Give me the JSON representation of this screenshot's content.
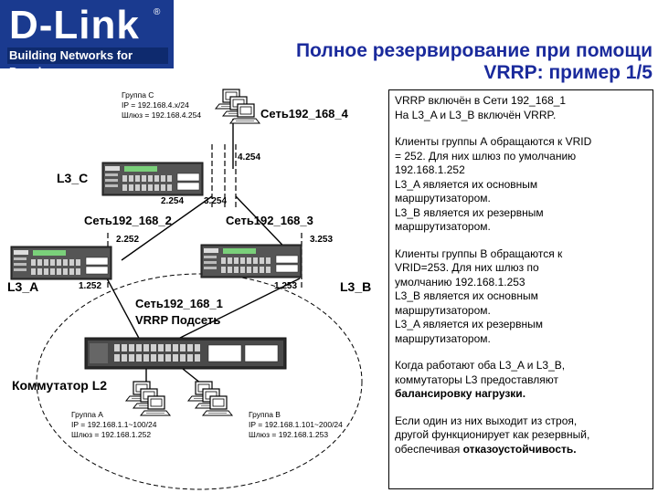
{
  "logo": {
    "brand": "D-Link",
    "tagline": "Building Networks for People"
  },
  "title": {
    "line1": "Полное резервирование при помощи",
    "line2": "VRRP: пример 1/5"
  },
  "panel": {
    "p1_l1": "VRRP включён в Сети 192_168_1",
    "p1_l2": "На L3_A и L3_B включён VRRP.",
    "p2_l1": "Клиенты группы А обращаются к VRID",
    "p2_l2": "= 252. Для них шлюз по умолчанию",
    "p2_l3": "192.168.1.252",
    "p2_l4": "L3_A является их основным",
    "p2_l5": "маршрутизатором.",
    "p2_l6": "L3_B является их резервным",
    "p2_l7": "маршрутизатором.",
    "p3_l1": "Клиенты группы В обращаются к",
    "p3_l2": "VRID=253. Для них шлюз по",
    "p3_l3": "умолчанию 192.168.1.253",
    "p3_l4": "L3_B является их основным",
    "p3_l5": "маршрутизатором.",
    "p3_l6": "L3_A является их резервным",
    "p3_l7": "маршрутизатором.",
    "p4_l1": "Когда работают оба L3_A и L3_B,",
    "p4_l2": "коммутаторы L3 предоставляют",
    "p4_l3": "балансировку нагрузки.",
    "p5_l1": "Если один из них выходит из строя,",
    "p5_l2": "другой функционирует как резервный,",
    "p5_l3_a": "обеспечивая ",
    "p5_l3_b": "отказоустойчивость."
  },
  "diagram": {
    "group_c_title": "Группа С",
    "group_c_ip": "IP = 192.168.4.x/24",
    "group_c_gw": "Шлюз = 192.168.4.254",
    "net4": "Сеть192_168_4",
    "l3c": "L3_C",
    "ip_4254": "4.254",
    "ip_2254": "2.254",
    "ip_3254": "3.254",
    "net2": "Сеть192_168_2",
    "net3": "Сеть192_168_3",
    "ip_2252": "2.252",
    "ip_3253": "3.253",
    "l3a": "L3_A",
    "l3b": "L3_B",
    "ip_1252": "1.252",
    "ip_1253": "1.253",
    "net1": "Сеть192_168_1",
    "vrrp_subnet": "VRRP Подсеть",
    "l2_switch": "Коммутатор L2",
    "group_a_title": "Группа А",
    "group_a_ip": "IP = 192.168.1.1~100/24",
    "group_a_gw": "Шлюз = 192.168.1.252",
    "group_b_title": "Группа В",
    "group_b_ip": "IP = 192.168.1.101~200/24",
    "group_b_gw": "Шлюз = 192.168.1.253"
  },
  "colors": {
    "title": "#1a2a9c",
    "logo_bg": "#1a3a8f",
    "switch_body": "#3a3a3a"
  }
}
